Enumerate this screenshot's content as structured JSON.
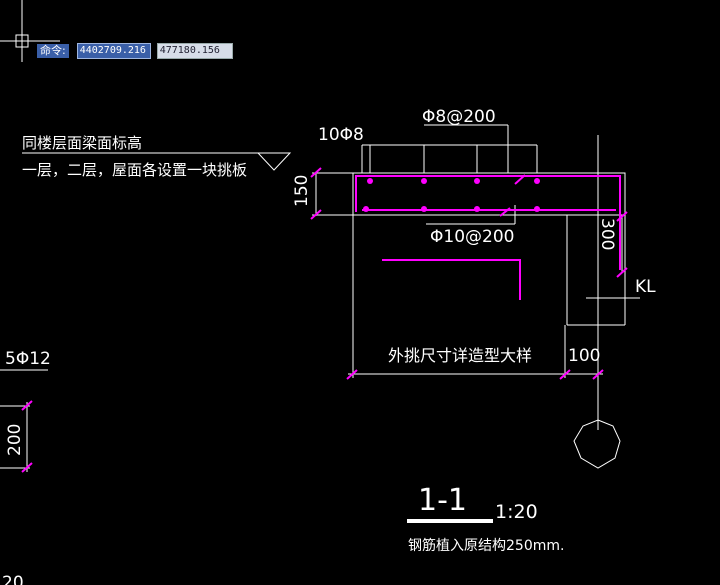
{
  "command_bar": {
    "label": "命令:",
    "x_coord": "4402709.216",
    "y_coord": "477180.156"
  },
  "drawing": {
    "note_line1": "同楼层面梁面标高",
    "note_line2": "一层，二层，屋面各设置一块挑板",
    "dim_top_rebar": "10Φ8",
    "dim_stirrup_top": "Φ8@200",
    "dim_stirrup_bottom": "Φ10@200",
    "dim_left_height": "150",
    "dim_right_height": "300",
    "beam_label": "KL",
    "span_label": "外挑尺寸详造型大样",
    "span_right": "100",
    "left_rebar": "5Φ12",
    "left_dim": "200",
    "section_title": "1-1",
    "section_scale": "1:20",
    "section_note": "钢筋植入原结构250mm.",
    "bottom_left_fragment": "20"
  },
  "colors": {
    "background": "#000000",
    "lines": "#ffffff",
    "rebar": "#ff00ff",
    "selection": "#3a5fa8"
  }
}
